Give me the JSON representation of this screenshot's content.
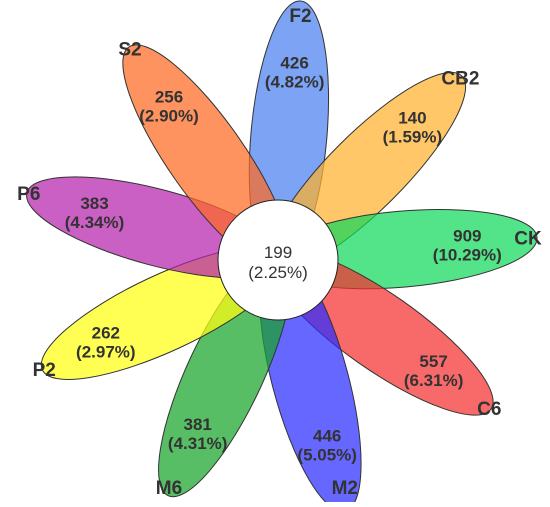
{
  "petals": [
    {
      "set": "F2",
      "count": "426",
      "percent": "(4.82%)",
      "color": "#4a7ff0"
    },
    {
      "set": "CB2",
      "count": "140",
      "percent": "(1.59%)",
      "color": "#ffb22e"
    },
    {
      "set": "CK",
      "count": "909",
      "percent": "(10.29%)",
      "color": "#10d85a"
    },
    {
      "set": "C6",
      "count": "557",
      "percent": "(6.31%)",
      "color": "#f52f2f"
    },
    {
      "set": "M2",
      "count": "446",
      "percent": "(5.05%)",
      "color": "#2a2dff"
    },
    {
      "set": "M6",
      "count": "381",
      "percent": "(4.31%)",
      "color": "#17a52a"
    },
    {
      "set": "P2",
      "count": "262",
      "percent": "(2.97%)",
      "color": "#ffff10"
    },
    {
      "set": "P6",
      "count": "383",
      "percent": "(4.34%)",
      "color": "#b521ad"
    },
    {
      "set": "S2",
      "count": "256",
      "percent": "(2.90%)",
      "color": "#ff6a22"
    }
  ],
  "core": {
    "count": "199",
    "percent": "(2.25%)"
  }
}
